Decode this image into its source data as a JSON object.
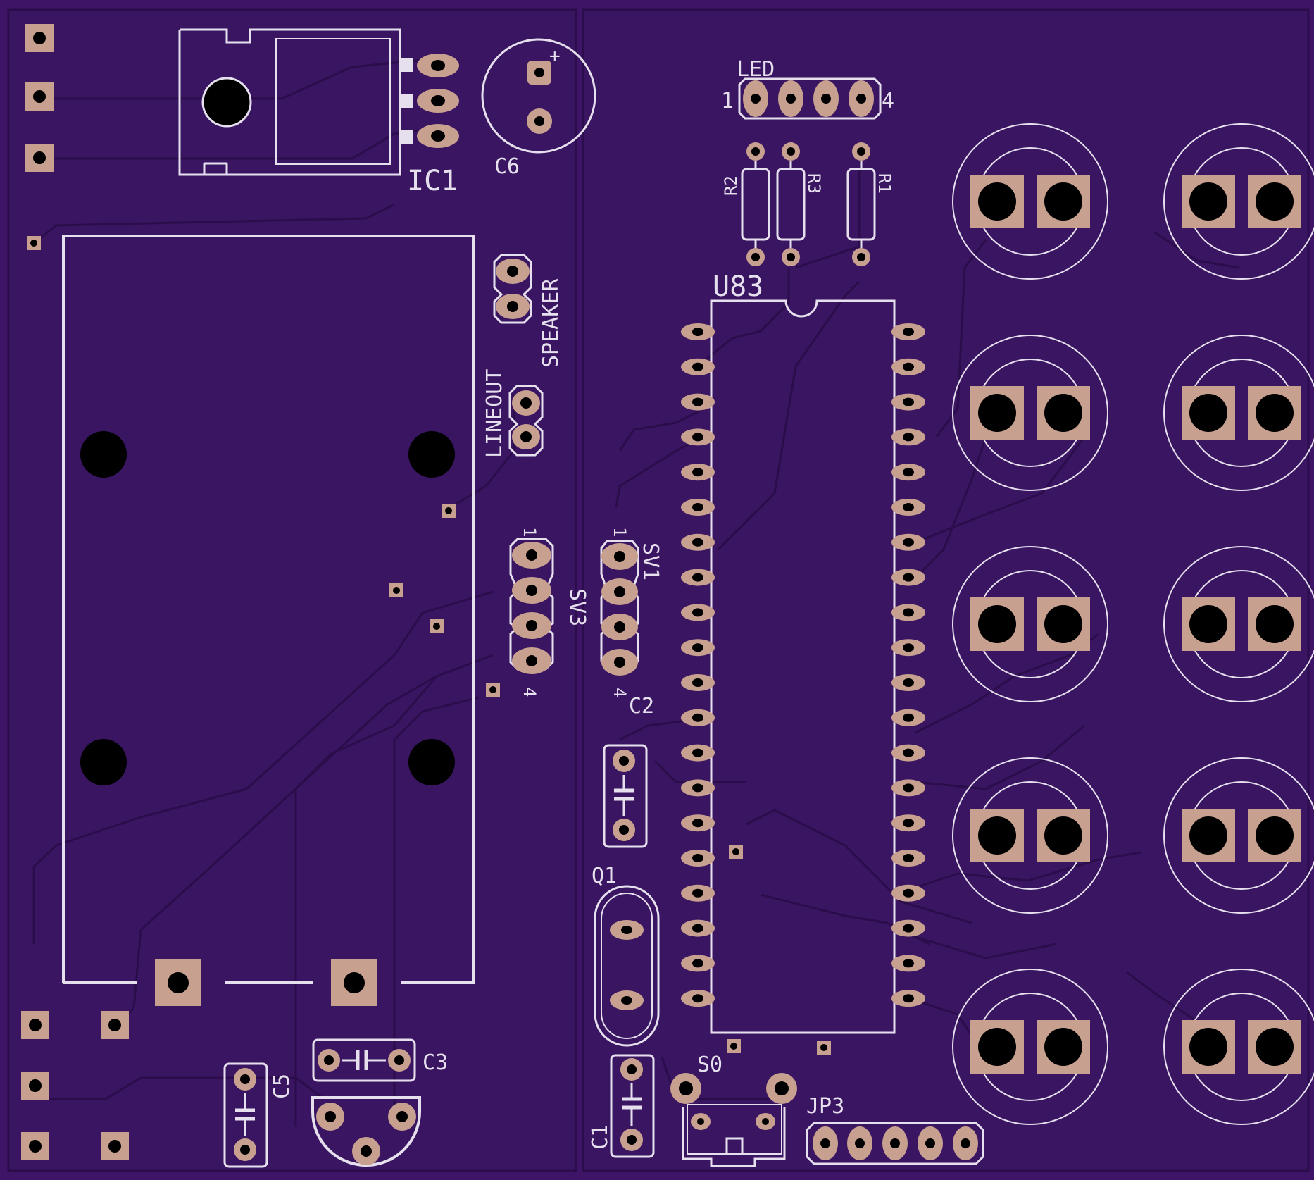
{
  "board": {
    "colors": {
      "substrate": "#3d1466",
      "copper": "#3a1561",
      "trace": "#2b0d4c",
      "pad": "#c8a090",
      "silk": "#e6e0ee",
      "hole": "#000000",
      "background": "#000000"
    }
  },
  "labels": {
    "ic1": "IC1",
    "c6": "C6",
    "c6_plus": "+",
    "led": "LED",
    "led_pin1": "1",
    "led_pin4": "4",
    "r1": "R1",
    "r2": "R2",
    "r3": "R3",
    "u83": "U83",
    "speaker": "SPEAKER",
    "lineout": "LINEOUT",
    "sv3": "SV3",
    "sv3_pin1": "1",
    "sv3_pin4": "4",
    "sv1": "SV1",
    "sv1_pin1": "1",
    "sv1_pin4": "4",
    "c2": "C2",
    "q1": "Q1",
    "s0": "S0",
    "jp3": "JP3",
    "c1": "C1",
    "c3": "C3",
    "c5": "C5"
  }
}
